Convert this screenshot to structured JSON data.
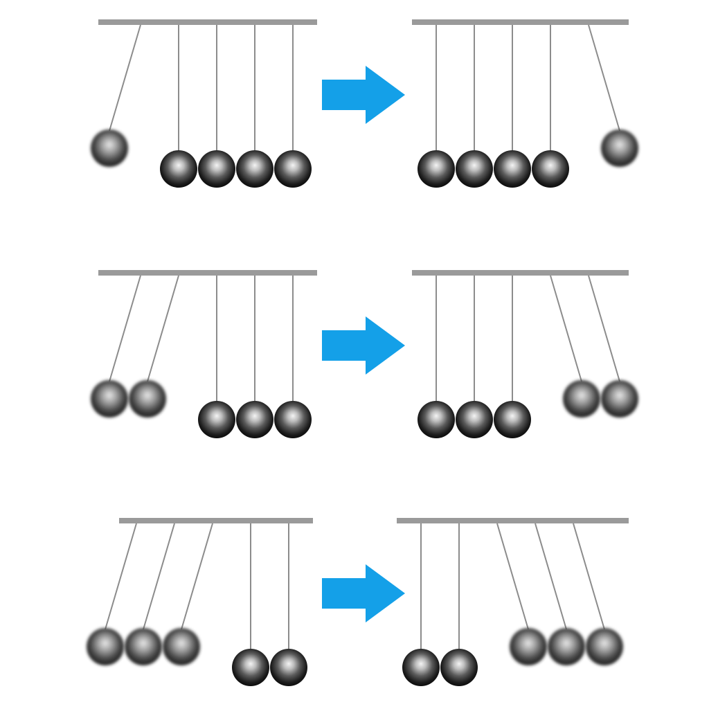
{
  "diagram": {
    "description_visible_text": "",
    "colors": {
      "background": "#ffffff",
      "bar": "#9a9a9a",
      "string": "#8c8c8c",
      "arrow": "#14a0e8",
      "ball_dark": "#1c1c1c",
      "ball_mid": "#7a7a7a",
      "ball_light": "#f4f4f4"
    },
    "rows": [
      {
        "before": {
          "balls_total": 5,
          "balls_lifted": 1,
          "side": "left"
        },
        "after": {
          "balls_total": 5,
          "balls_lifted": 1,
          "side": "right"
        }
      },
      {
        "before": {
          "balls_total": 5,
          "balls_lifted": 2,
          "side": "left"
        },
        "after": {
          "balls_total": 5,
          "balls_lifted": 2,
          "side": "right"
        }
      },
      {
        "before": {
          "balls_total": 5,
          "balls_lifted": 3,
          "side": "left"
        },
        "after": {
          "balls_total": 5,
          "balls_lifted": 3,
          "side": "right"
        }
      }
    ],
    "icons": [
      "arrow-right-icon"
    ]
  }
}
